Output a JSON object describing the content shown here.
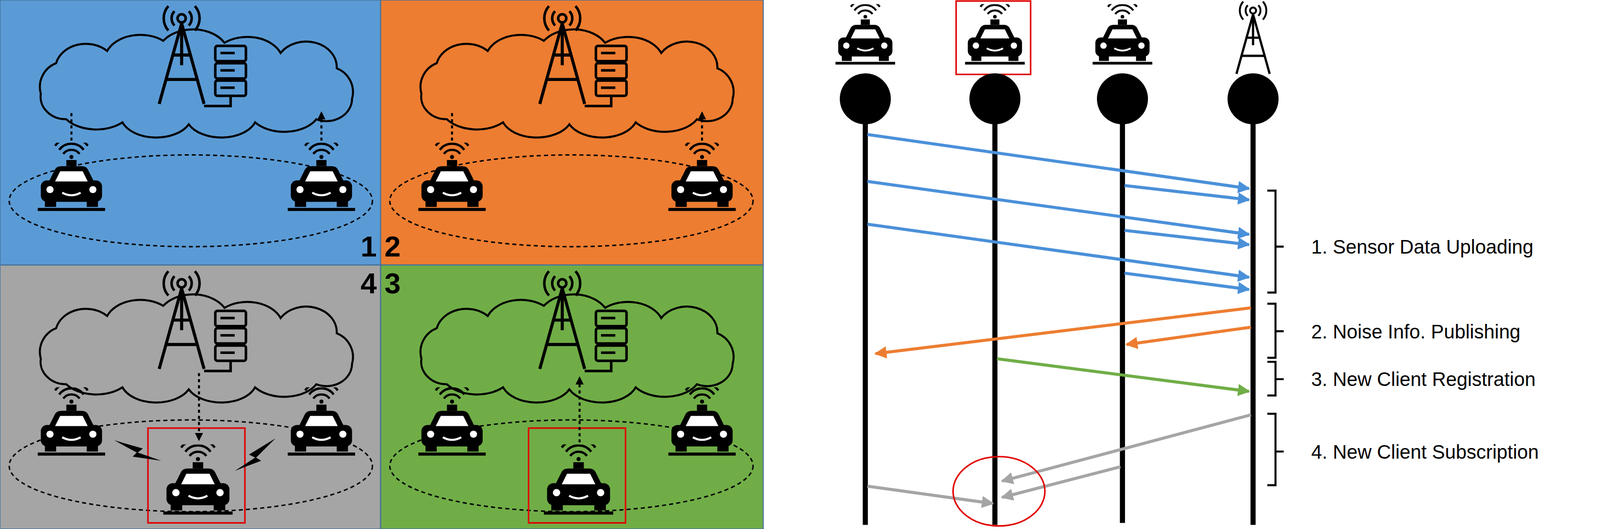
{
  "diagram": {
    "nodes": [
      {
        "text": [
          "1"
        ]
      },
      {
        "text": [
          "2"
        ]
      },
      {
        "text": [
          "4"
        ]
      },
      {
        "text": [
          "3"
        ]
      }
    ],
    "labels": [
      "1. Sensor Data Uploading",
      "2. Noise Info. Publishing",
      "3. New Client Registration",
      "4. New Client Subscription"
    ]
  }
}
